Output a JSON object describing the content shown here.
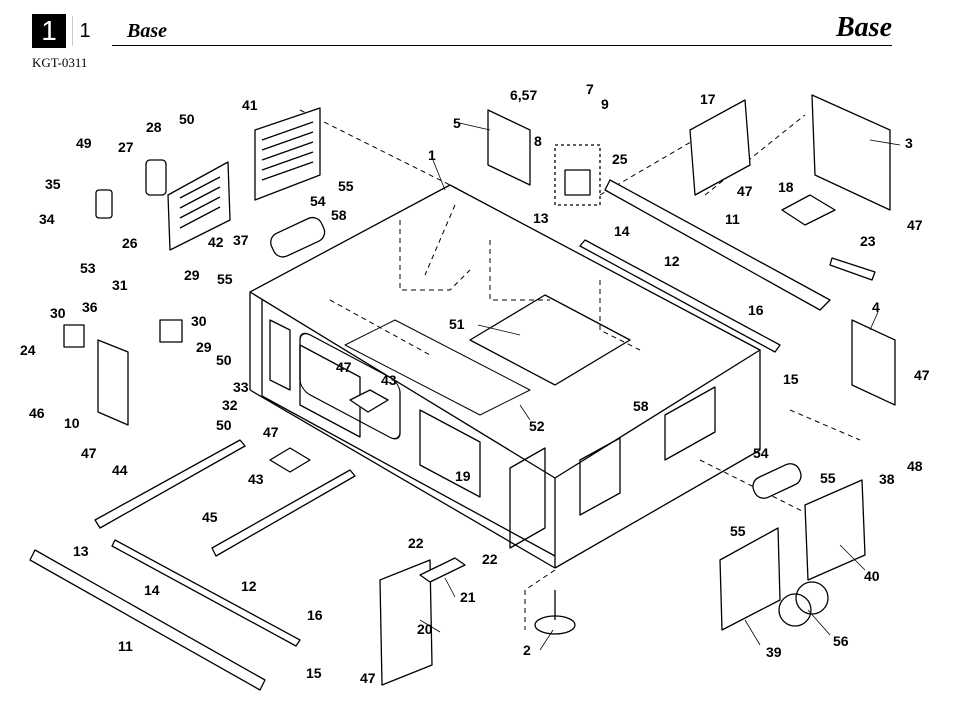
{
  "header": {
    "chapter_number": "1",
    "section_number": "1",
    "title_left": "Base",
    "title_right": "Base",
    "model_code": "KGT-0311"
  },
  "callouts": [
    "1",
    "2",
    "3",
    "4",
    "5",
    "6,57",
    "7",
    "8",
    "9",
    "10",
    "11",
    "11",
    "12",
    "12",
    "13",
    "13",
    "14",
    "14",
    "15",
    "15",
    "16",
    "16",
    "17",
    "18",
    "19",
    "20",
    "21",
    "22",
    "22",
    "23",
    "24",
    "25",
    "26",
    "27",
    "28",
    "29",
    "29",
    "30",
    "30",
    "31",
    "32",
    "33",
    "34",
    "35",
    "36",
    "37",
    "38",
    "39",
    "40",
    "41",
    "42",
    "43",
    "43",
    "44",
    "45",
    "46",
    "47",
    "47",
    "47",
    "47",
    "47",
    "47",
    "47",
    "48",
    "49",
    "50",
    "50",
    "50",
    "51",
    "52",
    "53",
    "54",
    "54",
    "55",
    "55",
    "55",
    "55",
    "56",
    "58",
    "58"
  ]
}
